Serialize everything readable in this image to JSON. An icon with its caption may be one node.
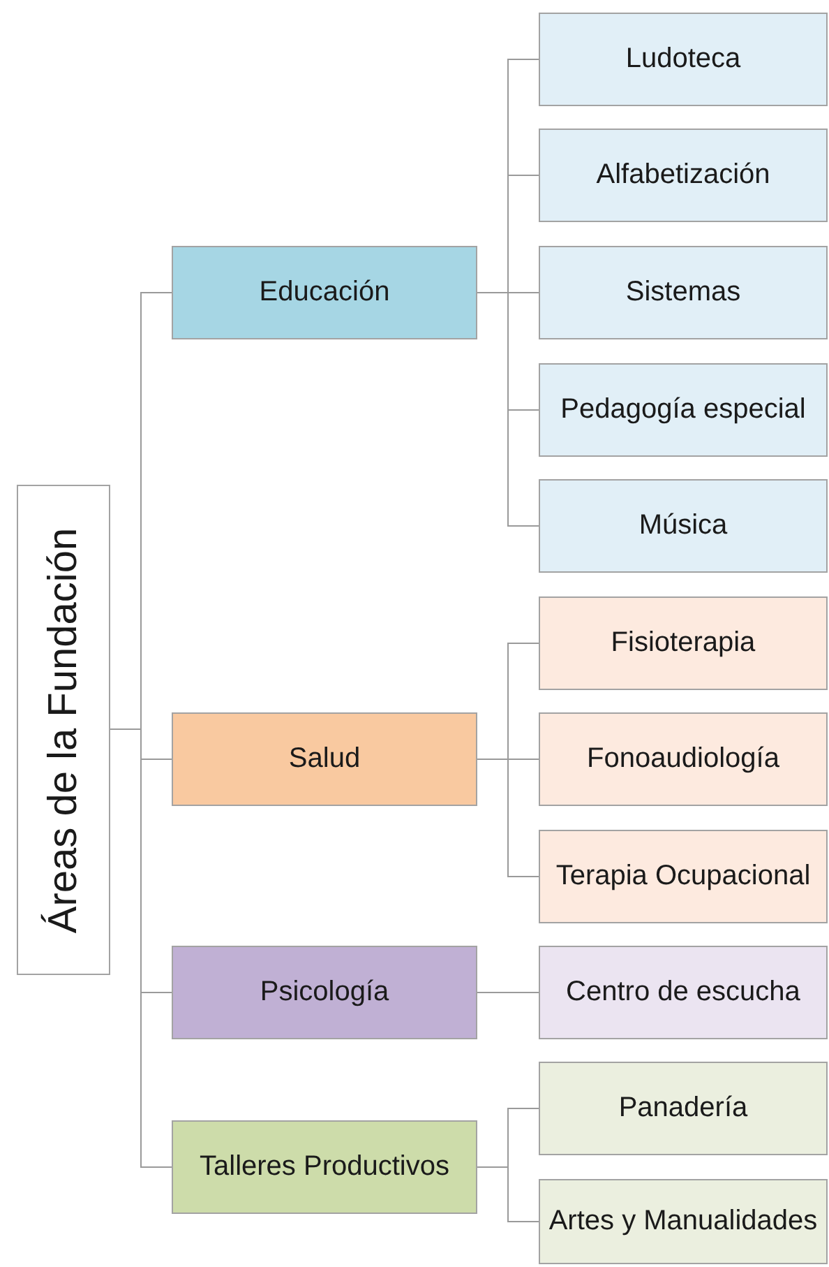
{
  "diagram": {
    "nodes": [
      {
        "text": [
          "Áreas de la Fundación"
        ]
      },
      {
        "text": [
          "Educación"
        ]
      },
      {
        "text": [
          "Ludoteca"
        ]
      },
      {
        "text": [
          "Alfabetización"
        ]
      },
      {
        "text": [
          "Sistemas"
        ]
      },
      {
        "text": [
          "Pedagogía especial"
        ]
      },
      {
        "text": [
          "Música"
        ]
      },
      {
        "text": [
          "Salud"
        ]
      },
      {
        "text": [
          "Fisioterapia"
        ]
      },
      {
        "text": [
          "Fonoaudiología"
        ]
      },
      {
        "text": [
          "Terapia Ocupacional"
        ]
      },
      {
        "text": [
          "Psicología"
        ]
      },
      {
        "text": [
          "Centro de escucha"
        ]
      },
      {
        "text": [
          "Talleres Productivos"
        ]
      },
      {
        "text": [
          "Panadería"
        ]
      },
      {
        "text": [
          "Artes y Manualidades"
        ]
      }
    ],
    "edges": [
      {
        "from": 0,
        "to": 1,
        "arrow": "none"
      },
      {
        "from": 0,
        "to": 7,
        "arrow": "none"
      },
      {
        "from": 0,
        "to": 11,
        "arrow": "none"
      },
      {
        "from": 0,
        "to": 13,
        "arrow": "none"
      },
      {
        "from": 1,
        "to": 2,
        "arrow": "none"
      },
      {
        "from": 1,
        "to": 3,
        "arrow": "none"
      },
      {
        "from": 1,
        "to": 4,
        "arrow": "none"
      },
      {
        "from": 1,
        "to": 5,
        "arrow": "none"
      },
      {
        "from": 1,
        "to": 6,
        "arrow": "none"
      },
      {
        "from": 7,
        "to": 8,
        "arrow": "none"
      },
      {
        "from": 7,
        "to": 9,
        "arrow": "none"
      },
      {
        "from": 7,
        "to": 10,
        "arrow": "none"
      },
      {
        "from": 11,
        "to": 12,
        "arrow": "none"
      },
      {
        "from": 13,
        "to": 14,
        "arrow": "none"
      },
      {
        "from": 13,
        "to": 15,
        "arrow": "none"
      }
    ]
  }
}
